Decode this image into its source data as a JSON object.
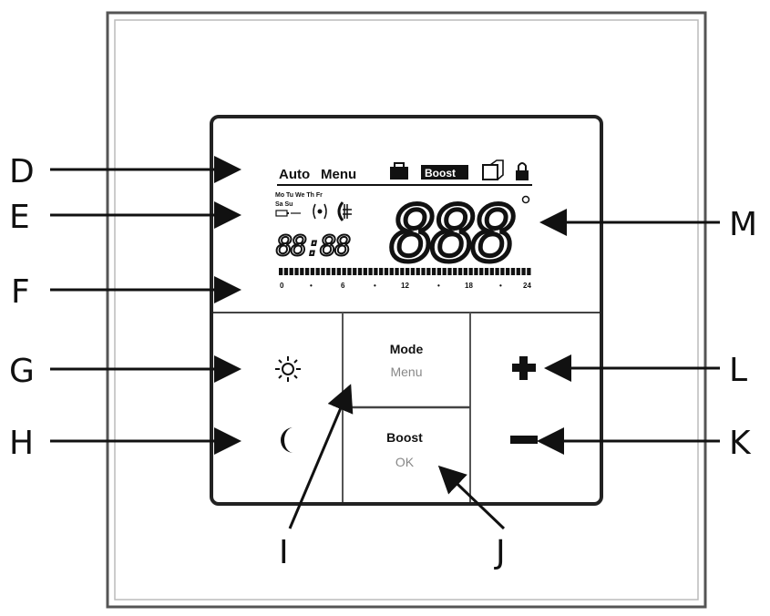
{
  "callouts": {
    "D": "D",
    "E": "E",
    "F": "F",
    "G": "G",
    "H": "H",
    "I": "I",
    "J": "J",
    "K": "K",
    "L": "L",
    "M": "M"
  },
  "display": {
    "top_row": {
      "auto": "Auto",
      "menu": "Menu",
      "boost": "Boost"
    },
    "days": {
      "row1": "Mo Tu We Th Fr",
      "row2": "Sa Su"
    },
    "main_digits": "888",
    "small_digits": "88:88",
    "timeline_ticks": [
      "0",
      "•",
      "6",
      "•",
      "12",
      "•",
      "18",
      "•",
      "24"
    ]
  },
  "buttons": {
    "mode": {
      "label": "Mode",
      "sub": "Menu"
    },
    "boost": {
      "label": "Boost",
      "sub": "OK"
    }
  },
  "icons": [
    "sun-icon",
    "moon-icon",
    "plus-icon",
    "minus-icon",
    "suitcase-icon",
    "window-icon",
    "lock-icon",
    "antenna-icon",
    "radiator-icon",
    "battery-icon"
  ]
}
